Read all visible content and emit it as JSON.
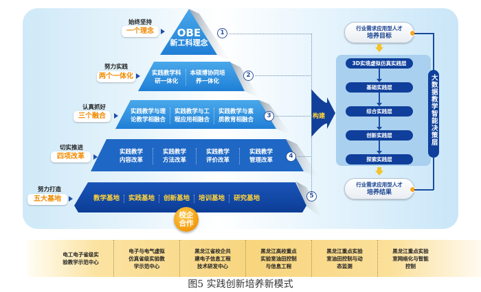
{
  "colors": {
    "pyramid_blue": "#1f72c9",
    "pyramid_dark": "#0f3f9a",
    "accent_orange": "#f08a00",
    "accent_gold": "#ffd23a",
    "band_yellow": "#f8d57e"
  },
  "pyramid": {
    "levels": [
      {
        "verb": "始终坚持",
        "tag": "一个理念",
        "number": "1",
        "title": "OBE",
        "subtitle": "新工科理念"
      },
      {
        "verb": "努力实践",
        "tag": "两个一体化",
        "number": "2",
        "items": [
          [
            "实践教学科",
            "研一体化"
          ],
          [
            "本硕博协同培",
            "养一体化"
          ]
        ]
      },
      {
        "verb": "认真抓好",
        "tag": "三个融合",
        "number": "3",
        "items": [
          [
            "实践教学与理",
            "论教学相融合"
          ],
          [
            "实践教学与工",
            "程应用相融合"
          ],
          [
            "实践教学与素",
            "质教育相融合"
          ]
        ]
      },
      {
        "verb": "切实推进",
        "tag": "四项改革",
        "number": "4",
        "items": [
          [
            "实践教学",
            "内容改革"
          ],
          [
            "实践教学",
            "方法改革"
          ],
          [
            "实践教学",
            "评价改革"
          ],
          [
            "实践教学",
            "管理改革"
          ]
        ]
      },
      {
        "verb": "努力打造",
        "tag": "五大基地",
        "number": "5",
        "items": [
          "教学基地",
          "实践基地",
          "创新基地",
          "培训基地",
          "研究基地"
        ]
      }
    ],
    "cooperation": [
      "校企",
      "合作"
    ]
  },
  "build_label": "构建",
  "flow": {
    "goal": {
      "line1": "行业需求应用型人才",
      "line2": "培养目标"
    },
    "layers": [
      "3D实境虚拟仿真实践层",
      "基础实践层",
      "综合实践层",
      "创新实践层",
      "探索实践层"
    ],
    "result": {
      "line1": "行业需求应用型人才",
      "line2": "培养结果"
    },
    "decision_layer": "大数据教学智能决策层"
  },
  "centers": [
    [
      "电工电子省级实",
      "验教学示范中心"
    ],
    [
      "电子与电气虚拟",
      "仿真省级实验教",
      "学示范中心"
    ],
    [
      "黑龙江省校企共",
      "建电子信息工程",
      "技术研发中心"
    ],
    [
      "黑龙江高校重点",
      "实验室油田控制",
      "与信息工程"
    ],
    [
      "黑龙江重点实验",
      "室油田控制与动",
      "态监测"
    ],
    [
      "黑龙江重点实验",
      "室网络化与智能",
      "控制"
    ]
  ],
  "caption": "图5  实践创新培养新模式"
}
